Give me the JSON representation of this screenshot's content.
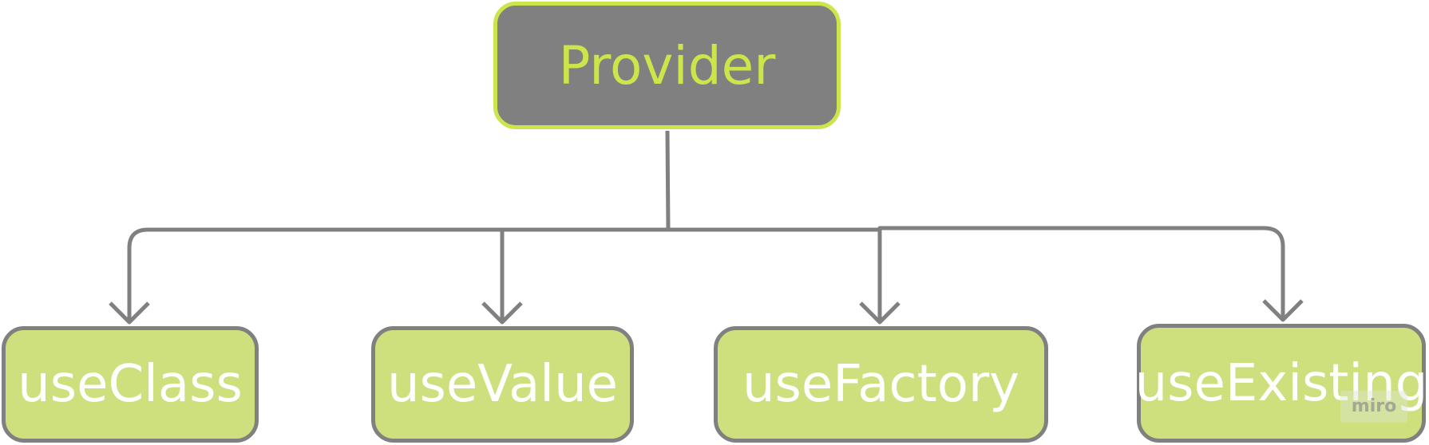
{
  "root": {
    "label": "Provider"
  },
  "children": [
    {
      "label": "useClass"
    },
    {
      "label": "useValue"
    },
    {
      "label": "useFactory"
    },
    {
      "label": "useExisting"
    }
  ],
  "watermark": {
    "text": "miro"
  },
  "colors": {
    "root_fill": "#808080",
    "root_border": "#cde54a",
    "root_text": "#cde54a",
    "child_fill": "#cee07d",
    "child_border": "#808080",
    "child_text": "#ffffff",
    "connector": "#808080"
  }
}
